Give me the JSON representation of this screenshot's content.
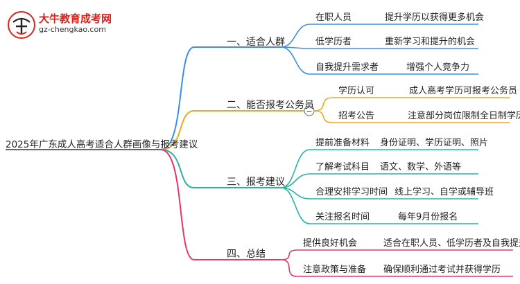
{
  "logo": {
    "title": "大牛教育成考网",
    "url": "gz-chengkao.com"
  },
  "mindmap": {
    "root": "2025年广东成人高考适合人群画像与报考建议",
    "branches": [
      {
        "label": "一、适合人群",
        "color": "#3a8ee6",
        "children": [
          {
            "label": "在职人员",
            "note": "提升学历以获得更多机会"
          },
          {
            "label": "低学历者",
            "note": "重新学习和提升的机会"
          },
          {
            "label": "自我提升需求者",
            "note": "增强个人竞争力"
          }
        ]
      },
      {
        "label": "二、能否报考公务员",
        "color": "#f0a81c",
        "collapse_symbol": "−",
        "children": [
          {
            "label": "学历认可",
            "note": "成人高考学历可报考公务员"
          },
          {
            "label": "招考公告",
            "note": "注意部分岗位限制全日制学历"
          }
        ]
      },
      {
        "label": "三、报考建议",
        "color": "#27b3a0",
        "children": [
          {
            "label": "提前准备材料",
            "note": "身份证明、学历证明、照片"
          },
          {
            "label": "了解考试科目",
            "note": "语文、数学、外语等"
          },
          {
            "label": "合理安排学习时间",
            "note": "线上学习、自学或辅导班"
          },
          {
            "label": "关注报名时间",
            "note": "每年9月份报名"
          }
        ]
      },
      {
        "label": "四、总结",
        "color": "#e8336d",
        "children": [
          {
            "label": "提供良好机会",
            "note": "适合在职人员、低学历者及自我提升者"
          },
          {
            "label": "注意政策与准备",
            "note": "确保顺利通过考试并获得学历"
          }
        ]
      }
    ]
  }
}
